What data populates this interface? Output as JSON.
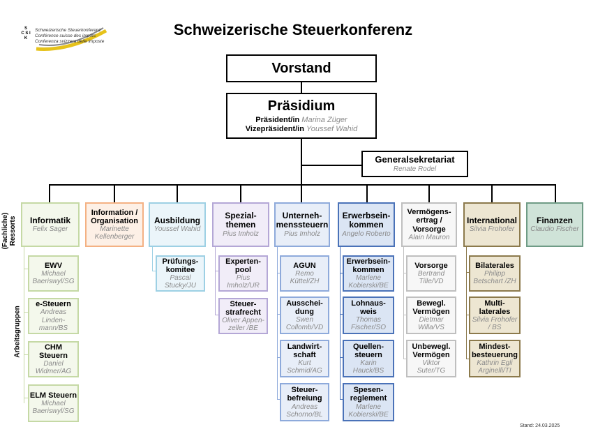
{
  "title": "Schweizerische Steuerkonferenz",
  "logo": {
    "letters": [
      "S",
      "S",
      "K",
      "C",
      "S",
      "I"
    ],
    "lines": [
      "Schweizerische Steuerkonferenz",
      "Conférence suisse des impôts",
      "Conferenza svizzera delle imposte"
    ]
  },
  "vorstand": "Vorstand",
  "praesidium": {
    "title": "Präsidium",
    "praesident_label": "Präsident/in",
    "praesident_name": "Marina Züger",
    "vize_label": "Vizepräsident/in",
    "vize_name": "Youssef Wahid"
  },
  "generalsekretariat": {
    "title": "Generalsekretariat",
    "name": "Renate Rodel"
  },
  "side_labels": {
    "ressorts": "(Fachliche) Ressorts",
    "arbeitsgruppen": "Arbeitsgruppen"
  },
  "ressorts": [
    {
      "title": "Informatik",
      "name": "Felix Sager"
    },
    {
      "title": "Information / Organisation",
      "name": "Marinette Kellenberger"
    },
    {
      "title": "Ausbildung",
      "name": "Youssef Wahid"
    },
    {
      "title": "Spezial-themen",
      "name": "Pius Imholz"
    },
    {
      "title": "Unterneh-menssteuern",
      "name": "Pius Imholz"
    },
    {
      "title": "Erwerbsein-kommen",
      "name": "Angelo Roberto"
    },
    {
      "title": "Vermögens-ertrag / Vorsorge",
      "name": "Alain Mauron"
    },
    {
      "title": "International",
      "name": "Silvia Frohofer"
    },
    {
      "title": "Finanzen",
      "name": "Claudio Fischer"
    }
  ],
  "arbeitsgruppen": {
    "informatik": [
      {
        "title": "EWV",
        "name": "Michael Baeriswyl/SG"
      },
      {
        "title": "e-Steuern",
        "name": "Andreas Linden-mann/BS"
      },
      {
        "title": "CHM Steuern",
        "name": "Daniel Widmer/AG"
      },
      {
        "title": "ELM Steuern",
        "name": "Michael Baeriswyl/SG"
      }
    ],
    "ausbildung": [
      {
        "title": "Prüfungs-komitee",
        "name": "Pascal Stucky/JU"
      }
    ],
    "spezialthemen": [
      {
        "title": "Experten-pool",
        "name": "Pius Imholz/UR"
      },
      {
        "title": "Steuer-strafrecht",
        "name": "Oliver Appen-zeller /BE"
      }
    ],
    "unternehmenssteuern": [
      {
        "title": "AGUN",
        "name": "Remo Küttel/ZH"
      },
      {
        "title": "Ausschei-dung",
        "name": "Swen Collomb/VD"
      },
      {
        "title": "Landwirt-schaft",
        "name": "Kurt Schmid/AG"
      },
      {
        "title": "Steuer-befreiung",
        "name": "Andreas Schorno/BL"
      }
    ],
    "erwerbseinkommen": [
      {
        "title": "Erwerbsein-kommen",
        "name": "Marlene Kobierski/BE"
      },
      {
        "title": "Lohnaus-weis",
        "name": "Thomas Fischer/SO"
      },
      {
        "title": "Quellen-steuern",
        "name": "Karin Hauck/BS"
      },
      {
        "title": "Spesen-reglement",
        "name": "Marlene Kobierski/BE"
      }
    ],
    "vermoegen": [
      {
        "title": "Vorsorge",
        "name": "Bertrand Tille/VD"
      },
      {
        "title": "Bewegl. Vermögen",
        "name": "Dietmar Willa/VS"
      },
      {
        "title": "Unbewegl. Vermögen",
        "name": "Viktor Suter/TG"
      }
    ],
    "international": [
      {
        "title": "Bilaterales",
        "name": "Philipp Betschart /ZH"
      },
      {
        "title": "Multi-laterales",
        "name": "Silvia Frohofer / BS"
      },
      {
        "title": "Mindest-besteuerung",
        "name": "Kathrin Egli Arginelli/TI"
      }
    ]
  },
  "stand": "Stand: 24.03.2025",
  "colors": {
    "informatik": {
      "border": "#c5d9a5",
      "fill": "#f4f8ec"
    },
    "information": {
      "border": "#f4b183",
      "fill": "#fdf0e6"
    },
    "ausbildung": {
      "border": "#9dd0e4",
      "fill": "#ebf5fa"
    },
    "spezial": {
      "border": "#b4a7d6",
      "fill": "#f1edf8"
    },
    "unternehmen": {
      "border": "#8eaadb",
      "fill": "#e8eef8"
    },
    "erwerb": {
      "border": "#4a72b8",
      "fill": "#dbe5f4"
    },
    "vermoegen": {
      "border": "#bfbfbf",
      "fill": "#f7f7f7"
    },
    "international": {
      "border": "#8c7a4c",
      "fill": "#ede6d2"
    },
    "finanzen": {
      "border": "#6f9c86",
      "fill": "#cfe3d8"
    }
  }
}
